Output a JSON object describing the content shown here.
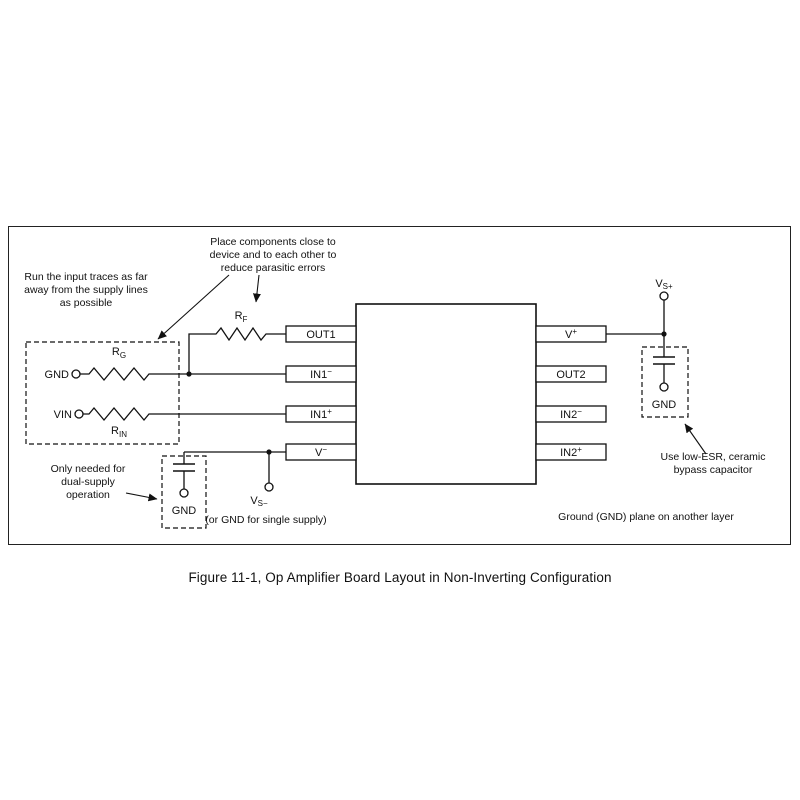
{
  "figure": {
    "caption": "Figure 11-1, Op Amplifier Board Layout in Non-Inverting Configuration"
  },
  "annotations": {
    "place_components": [
      "Place components close to",
      "device and to each other to",
      "reduce parasitic errors"
    ],
    "input_traces": [
      "Run the input traces as far",
      "away from the supply lines",
      "as possible"
    ],
    "bypass_cap": [
      "Use low-ESR, ceramic",
      "bypass capacitor"
    ],
    "dual_supply": [
      "Only needed for",
      "dual-supply",
      "operation"
    ],
    "single_supply_note": "(or GND for single supply)",
    "ground_plane_note": "Ground (GND) plane on another layer"
  },
  "components": {
    "rg": {
      "name": "R",
      "sub": "G"
    },
    "rf": {
      "name": "R",
      "sub": "F"
    },
    "rin": {
      "name": "R",
      "sub": "IN"
    },
    "gnd_input": "GND",
    "vin": "VIN",
    "vs_plus": {
      "name": "V",
      "sub": "S+"
    },
    "vs_minus": {
      "name": "V",
      "sub": "S−"
    },
    "gnd_bypass_top": "GND",
    "gnd_bypass_bottom": "GND"
  },
  "ic": {
    "pins_left": [
      {
        "label": "OUT1",
        "sup": ""
      },
      {
        "label": "IN1",
        "sup": "−"
      },
      {
        "label": "IN1",
        "sup": "+"
      },
      {
        "label": "V",
        "sup": "−"
      }
    ],
    "pins_right": [
      {
        "label": "V",
        "sup": "+"
      },
      {
        "label": "OUT2",
        "sup": ""
      },
      {
        "label": "IN2",
        "sup": "−"
      },
      {
        "label": "IN2",
        "sup": "+"
      }
    ]
  },
  "colors": {
    "line": "#111111",
    "background": "#ffffff"
  }
}
